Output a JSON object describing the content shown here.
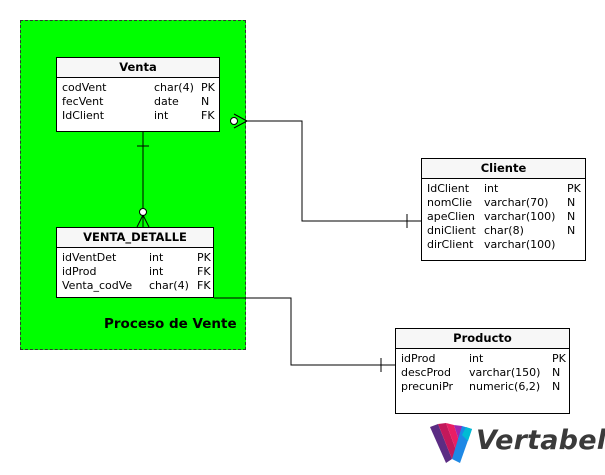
{
  "area": {
    "label": "Proceso de Vente",
    "color": "#00ff00"
  },
  "tables": {
    "venta": {
      "name": "Venta",
      "columns": [
        {
          "name": "codVent",
          "type": "char(4)",
          "key": "PK"
        },
        {
          "name": "fecVent",
          "type": "date",
          "key": "N"
        },
        {
          "name": "IdClient",
          "type": "int",
          "key": "FK"
        }
      ]
    },
    "venta_detalle": {
      "name": "VENTA_DETALLE",
      "columns": [
        {
          "name": "idVentDet",
          "type": "int",
          "key": "PK"
        },
        {
          "name": "idProd",
          "type": "int",
          "key": "FK"
        },
        {
          "name": "Venta_codVe",
          "type": "char(4)",
          "key": "FK"
        }
      ]
    },
    "cliente": {
      "name": "Cliente",
      "columns": [
        {
          "name": "IdClient",
          "type": "int",
          "key": "PK"
        },
        {
          "name": "nomClie",
          "type": "varchar(70)",
          "key": "N"
        },
        {
          "name": "apeClien",
          "type": "varchar(100)",
          "key": "N"
        },
        {
          "name": "dniClient",
          "type": "char(8)",
          "key": "N"
        },
        {
          "name": "dirClient",
          "type": "varchar(100)",
          "key": ""
        }
      ]
    },
    "producto": {
      "name": "Producto",
      "columns": [
        {
          "name": "idProd",
          "type": "int",
          "key": "PK"
        },
        {
          "name": "descProd",
          "type": "varchar(150)",
          "key": "N"
        },
        {
          "name": "precuniPr",
          "type": "numeric(6,2)",
          "key": "N"
        }
      ]
    }
  },
  "brand": {
    "name": "Vertabelo"
  }
}
